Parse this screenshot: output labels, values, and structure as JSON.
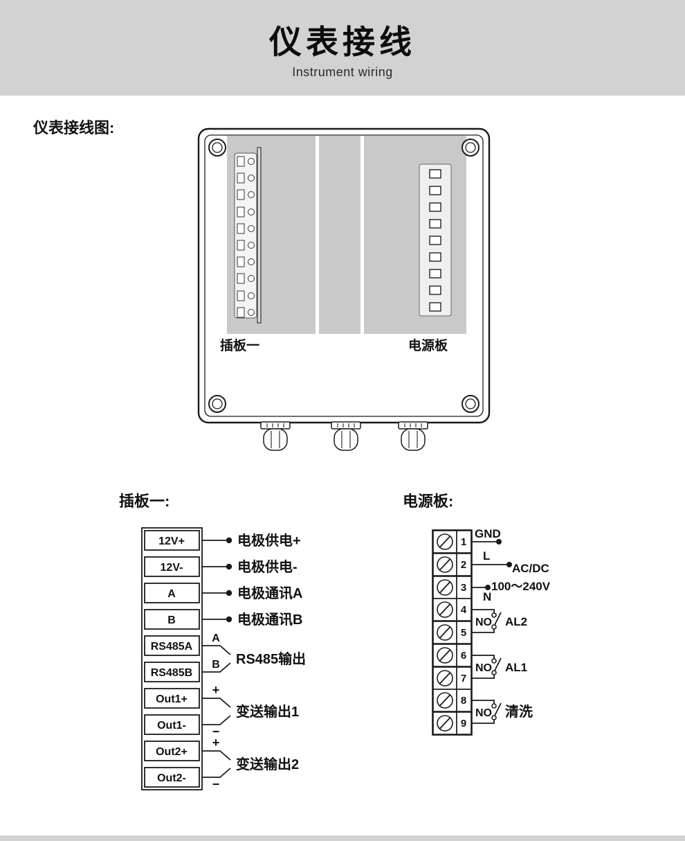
{
  "header": {
    "title": "仪表接线",
    "subtitle": "Instrument wiring"
  },
  "diagram": {
    "caption": "仪表接线图:",
    "enclosure": {
      "left_board_label": "插板一",
      "right_board_label": "电源板"
    }
  },
  "plugboard": {
    "heading": "插板一:",
    "terminals": [
      "12V+",
      "12V-",
      "A",
      "B",
      "RS485A",
      "RS485B",
      "Out1+",
      "Out1-",
      "Out2+",
      "Out2-"
    ],
    "single_wires": [
      "电极供电+",
      "电极供电-",
      "电极通讯A",
      "电极通讯B"
    ],
    "pair_wires": [
      {
        "top_tag": "A",
        "bottom_tag": "B",
        "label": "RS485输出"
      },
      {
        "top_tag": "+",
        "bottom_tag": "−",
        "label": "变送输出1"
      },
      {
        "top_tag": "+",
        "bottom_tag": "−",
        "label": "变送输出2"
      }
    ]
  },
  "powerboard": {
    "heading": "电源板:",
    "terminals": [
      "1",
      "2",
      "3",
      "4",
      "5",
      "6",
      "7",
      "8",
      "9"
    ],
    "labels": {
      "gnd": "GND",
      "live": "L",
      "neutral": "N",
      "supply1": "AC/DC",
      "supply2": "100～240V"
    },
    "relays": [
      {
        "contact": "NO",
        "name": "AL2"
      },
      {
        "contact": "NO",
        "name": "AL1"
      },
      {
        "contact": "NO",
        "name": "清洗"
      }
    ]
  },
  "colors": {
    "banner_gray": "#d2d2d2",
    "panel_gray": "#c9c9c9",
    "ink": "#1a1a1a"
  }
}
